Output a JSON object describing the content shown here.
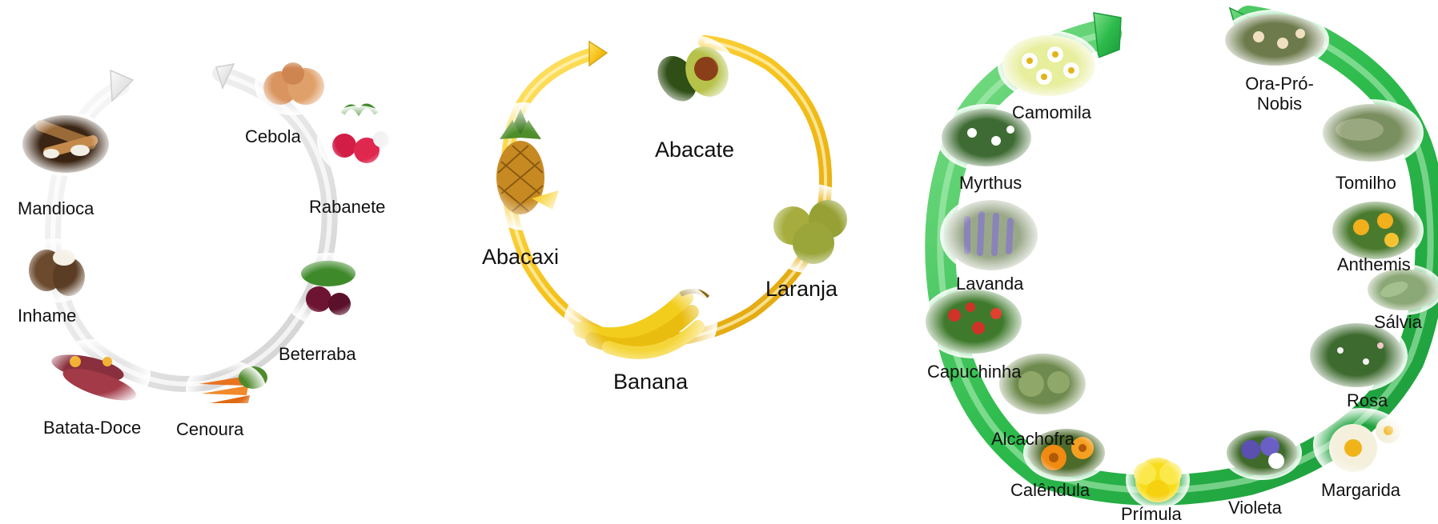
{
  "vegetables": {
    "items": [
      {
        "name": "Mandioca",
        "icon": "cassava-icon",
        "color": "#a0703a"
      },
      {
        "name": "Inhame",
        "icon": "yam-icon",
        "color": "#6b4a2e"
      },
      {
        "name": "Batata-Doce",
        "icon": "sweet-potato-icon",
        "color": "#8a2f3d"
      },
      {
        "name": "Cenoura",
        "icon": "carrot-icon",
        "color": "#e8741e"
      },
      {
        "name": "Beterraba",
        "icon": "beet-icon",
        "color": "#6e1433"
      },
      {
        "name": "Rabanete",
        "icon": "radish-icon",
        "color": "#d21d45"
      },
      {
        "name": "Cebola",
        "icon": "onion-icon",
        "color": "#d99460"
      }
    ],
    "ring_color": "#e8e8e8"
  },
  "fruits": {
    "items": [
      {
        "name": "Abacate",
        "icon": "avocado-icon",
        "color": "#3f6b1f"
      },
      {
        "name": "Laranja",
        "icon": "orange-icon",
        "color": "#9aa53a"
      },
      {
        "name": "Banana",
        "icon": "banana-icon",
        "color": "#f2cd1b"
      },
      {
        "name": "Abacaxi",
        "icon": "pineapple-icon",
        "color": "#c78a22"
      }
    ],
    "ring_color": "#f5c518"
  },
  "plants": {
    "items": [
      {
        "name": "Camomila",
        "icon": "chamomile-icon",
        "color": "#e7ee9c"
      },
      {
        "name": "Myrthus",
        "icon": "myrtle-icon",
        "color": "#3e6b33"
      },
      {
        "name": "Lavanda",
        "icon": "lavender-icon",
        "color": "#8a84b8"
      },
      {
        "name": "Capuchinha",
        "icon": "nasturtium-icon",
        "color": "#cf3328"
      },
      {
        "name": "Alcachofra",
        "icon": "artichoke-icon",
        "color": "#6f8a4e"
      },
      {
        "name": "Calêndula",
        "icon": "calendula-icon",
        "color": "#f08a10"
      },
      {
        "name": "Prímula",
        "icon": "primrose-icon",
        "color": "#f7dd1b"
      },
      {
        "name": "Violeta",
        "icon": "violet-icon",
        "color": "#5b4fb0"
      },
      {
        "name": "Margarida",
        "icon": "daisy-icon",
        "color": "#f4f0dc"
      },
      {
        "name": "Rosa",
        "icon": "rose-bush-icon",
        "color": "#3d6a2e"
      },
      {
        "name": "Sálvia",
        "icon": "sage-icon",
        "color": "#8ba877"
      },
      {
        "name": "Anthemis",
        "icon": "anthemis-icon",
        "color": "#f1b01c"
      },
      {
        "name": "Tomilho",
        "icon": "thyme-icon",
        "color": "#7a8f60"
      },
      {
        "name": "Ora-Pró-Nobis",
        "icon": "ora-pro-nobis-icon",
        "color": "#6d7a4c"
      }
    ],
    "ring_color": "#29b64a"
  }
}
